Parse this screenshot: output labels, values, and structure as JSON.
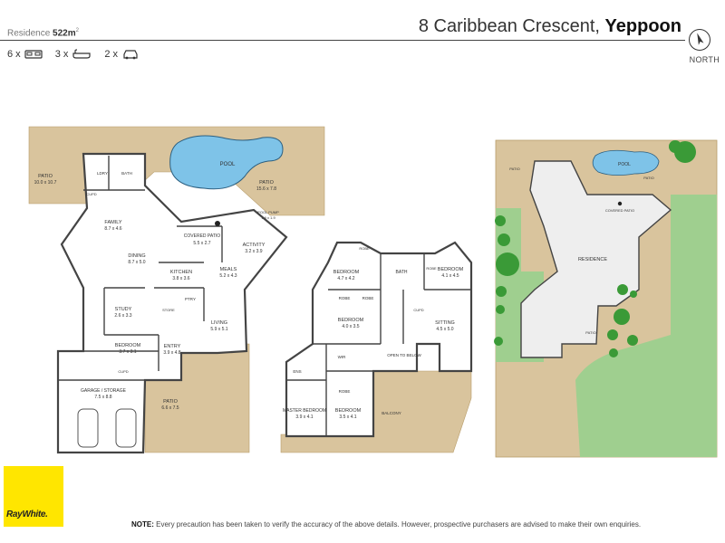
{
  "header": {
    "area_label": "Residence",
    "area_value": "522m",
    "area_sup": "2",
    "street": "8 Caribbean Crescent,",
    "suburb": "Yeppoon",
    "beds": "6 x",
    "baths": "3 x",
    "cars": "2 x",
    "north": "NORTH"
  },
  "ground": {
    "patio_w": "PATIO",
    "patio_w_dim": "10.0 x 10.7",
    "ldry": "LDRY",
    "bath": "BATH",
    "cupd": "CUPD",
    "pool": "POOL",
    "patio_e": "PATIO",
    "patio_e_dim": "15.6 x 7.8",
    "pool_pump": "POOL PUMP",
    "pool_pump_dim": "1.9 x 1.9",
    "family": "FAMILY",
    "family_dim": "8.7 x 4.6",
    "covered_patio": "COVERED PATIO",
    "covered_patio_dim": "5.5 x 2.7",
    "activity": "ACTIVITY",
    "activity_dim": "3.2 x 3.9",
    "dining": "DINING",
    "dining_dim": "8.7 x 5.0",
    "kitchen": "KITCHEN",
    "kitchen_dim": "3.8 x 3.6",
    "meals": "MEALS",
    "meals_dim": "5.2 x 4.3",
    "ptry": "PTRY",
    "store": "STORE",
    "study": "STUDY",
    "study_dim": "2.6 x 3.3",
    "living": "LIVING",
    "living_dim": "5.9 x 5.1",
    "bedroom": "BEDROOM",
    "bedroom_dim": "3.7 x 3.1",
    "entry": "ENTRY",
    "entry_dim": "3.9 x 4.8",
    "cupd2": "CUPD",
    "garage": "GARAGE / STORAGE",
    "garage_dim": "7.5 x 8.8",
    "patio_s": "PATIO",
    "patio_s_dim": "6.6 x 7.5"
  },
  "upper": {
    "bed1": "BEDROOM",
    "bed1_dim": "4.7 x 4.2",
    "bath": "BATH",
    "bed2": "BEDROOM",
    "bed2_dim": "4.1 x 4.5",
    "robe1": "ROBE",
    "robe2": "ROBE",
    "robe3": "ROBE",
    "robe4": "ROBE",
    "robe5": "ROBE",
    "bed3": "BEDROOM",
    "bed3_dim": "4.0 x 3.5",
    "cupd": "CUPD",
    "sitting": "SITTING",
    "sitting_dim": "4.5 x 5.0",
    "open": "OPEN TO BELOW",
    "ens": "ENS",
    "wir": "WIR",
    "master": "MASTER BEDROOM",
    "master_dim": "3.9 x 4.1",
    "bed4": "BEDROOM",
    "bed4_dim": "3.5 x 4.1",
    "balcony": "BALCONY"
  },
  "site": {
    "pool": "POOL",
    "patio": "PATIO",
    "covered_patio": "COVERED PATIO",
    "residence": "RESIDENCE",
    "patio2": "PATIO",
    "patio3": "PATIO"
  },
  "footer": {
    "note_label": "NOTE:",
    "note_text": " Every precaution has been taken to verify the accuracy of the above details. However, prospective purchasers are advised to make their own enquiries.",
    "brand": "RayWhite."
  },
  "colors": {
    "deck": "#d9c49d",
    "deck_edge": "#b89d6a",
    "wall": "#444444",
    "pool": "#7ec3e8",
    "grass": "#9fcf8f",
    "tree": "#3a9a37",
    "brand_yellow": "#ffe600"
  }
}
